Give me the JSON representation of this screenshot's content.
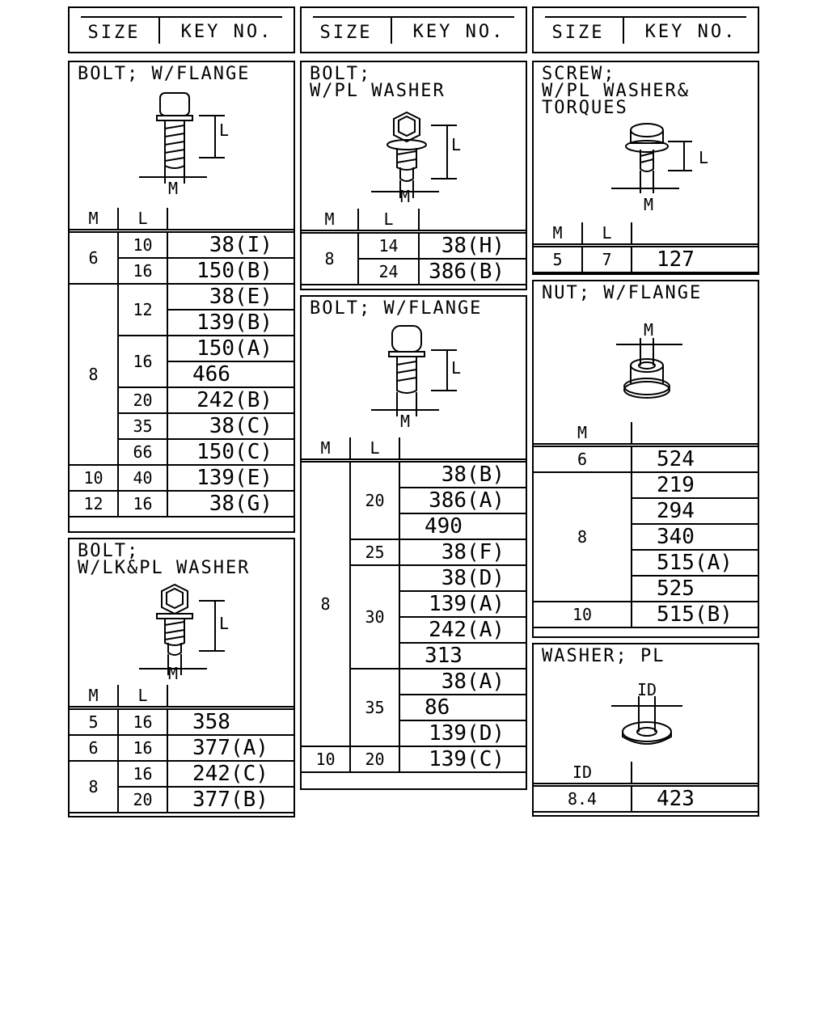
{
  "header": {
    "size": "SIZE",
    "key": "KEY NO."
  },
  "dims": {
    "M": "M",
    "L": "L",
    "ID": "ID"
  },
  "bolt_flange": {
    "title": "BOLT; W/FLANGE",
    "rows": [
      [
        "6",
        "10",
        "38(I)"
      ],
      [
        "",
        "16",
        "150(B)"
      ],
      [
        "8",
        "12",
        "38(E)"
      ],
      [
        "",
        "",
        "139(B)"
      ],
      [
        "",
        "16",
        "150(A)"
      ],
      [
        "",
        "",
        "466"
      ],
      [
        "",
        "20",
        "242(B)"
      ],
      [
        "",
        "35",
        "38(C)"
      ],
      [
        "",
        "66",
        "150(C)"
      ],
      [
        "10",
        "40",
        "139(E)"
      ],
      [
        "12",
        "16",
        "38(G)"
      ]
    ]
  },
  "bolt_lk_pl": {
    "title": "BOLT;\nW/LK&PL WASHER",
    "rows": [
      [
        "5",
        "16",
        "358"
      ],
      [
        "6",
        "16",
        "377(A)"
      ],
      [
        "8",
        "16",
        "242(C)"
      ],
      [
        "",
        "20",
        "377(B)"
      ]
    ]
  },
  "bolt_pl": {
    "title": "BOLT;\nW/PL WASHER",
    "rows": [
      [
        "8",
        "14",
        "38(H)"
      ],
      [
        "",
        "24",
        "386(B)"
      ]
    ]
  },
  "bolt_flange2": {
    "title": "BOLT; W/FLANGE",
    "rows": [
      [
        "8",
        "20",
        "38(B)"
      ],
      [
        "",
        "",
        "386(A)"
      ],
      [
        "",
        "",
        "490"
      ],
      [
        "",
        "25",
        "38(F)"
      ],
      [
        "",
        "30",
        "38(D)"
      ],
      [
        "",
        "",
        "139(A)"
      ],
      [
        "",
        "",
        "242(A)"
      ],
      [
        "",
        "",
        "313"
      ],
      [
        "",
        "35",
        "38(A)"
      ],
      [
        "",
        "",
        "86"
      ],
      [
        "",
        "",
        "139(D)"
      ],
      [
        "10",
        "20",
        "139(C)"
      ]
    ]
  },
  "screw": {
    "title": "SCREW;\nW/PL WASHER&\nTORQUES",
    "rows": [
      [
        "5",
        "7",
        "127"
      ]
    ]
  },
  "nut": {
    "title": "NUT; W/FLANGE",
    "rows": [
      [
        "6",
        "524"
      ],
      [
        "8",
        "219"
      ],
      [
        "",
        "294"
      ],
      [
        "",
        "340"
      ],
      [
        "",
        "515(A)"
      ],
      [
        "",
        "525"
      ],
      [
        "10",
        "515(B)"
      ]
    ]
  },
  "washer": {
    "title": "WASHER; PL",
    "rows": [
      [
        "8.4",
        "423"
      ]
    ]
  }
}
